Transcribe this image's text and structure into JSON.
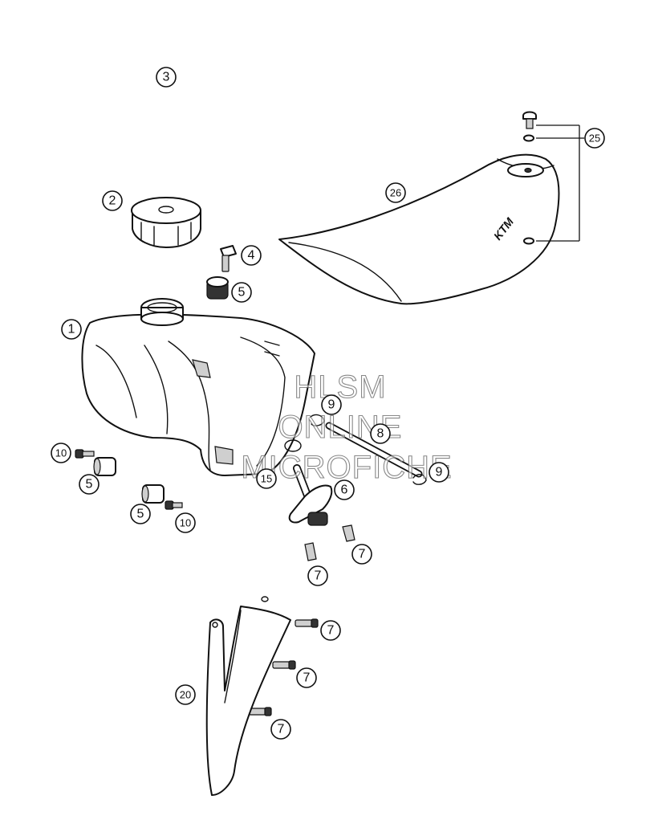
{
  "callouts": [
    {
      "id": "tank",
      "label": "1"
    },
    {
      "id": "cap",
      "label": "2"
    },
    {
      "id": "hose",
      "label": "3"
    },
    {
      "id": "bolt-top",
      "label": "4"
    },
    {
      "id": "spacer-top",
      "label": "5"
    },
    {
      "id": "spacer-left",
      "label": "5"
    },
    {
      "id": "spacer-lower",
      "label": "5"
    },
    {
      "id": "petcock",
      "label": "6"
    },
    {
      "id": "screw-petcock-a",
      "label": "7"
    },
    {
      "id": "screw-petcock-b",
      "label": "7"
    },
    {
      "id": "screw-shroud-a",
      "label": "7"
    },
    {
      "id": "screw-shroud-b",
      "label": "7"
    },
    {
      "id": "screw-shroud-c",
      "label": "7"
    },
    {
      "id": "fuel-line",
      "label": "8"
    },
    {
      "id": "clamp-a",
      "label": "9"
    },
    {
      "id": "clamp-b",
      "label": "9"
    },
    {
      "id": "bolt-left",
      "label": "10"
    },
    {
      "id": "bolt-lower",
      "label": "10"
    },
    {
      "id": "o-ring",
      "label": "15"
    },
    {
      "id": "shroud",
      "label": "20"
    },
    {
      "id": "seat-hardware",
      "label": "25"
    },
    {
      "id": "seat",
      "label": "26"
    }
  ],
  "seat_logo": "KTM",
  "watermark": [
    "HLSM",
    "ONLINE",
    "MICROFICHE"
  ]
}
